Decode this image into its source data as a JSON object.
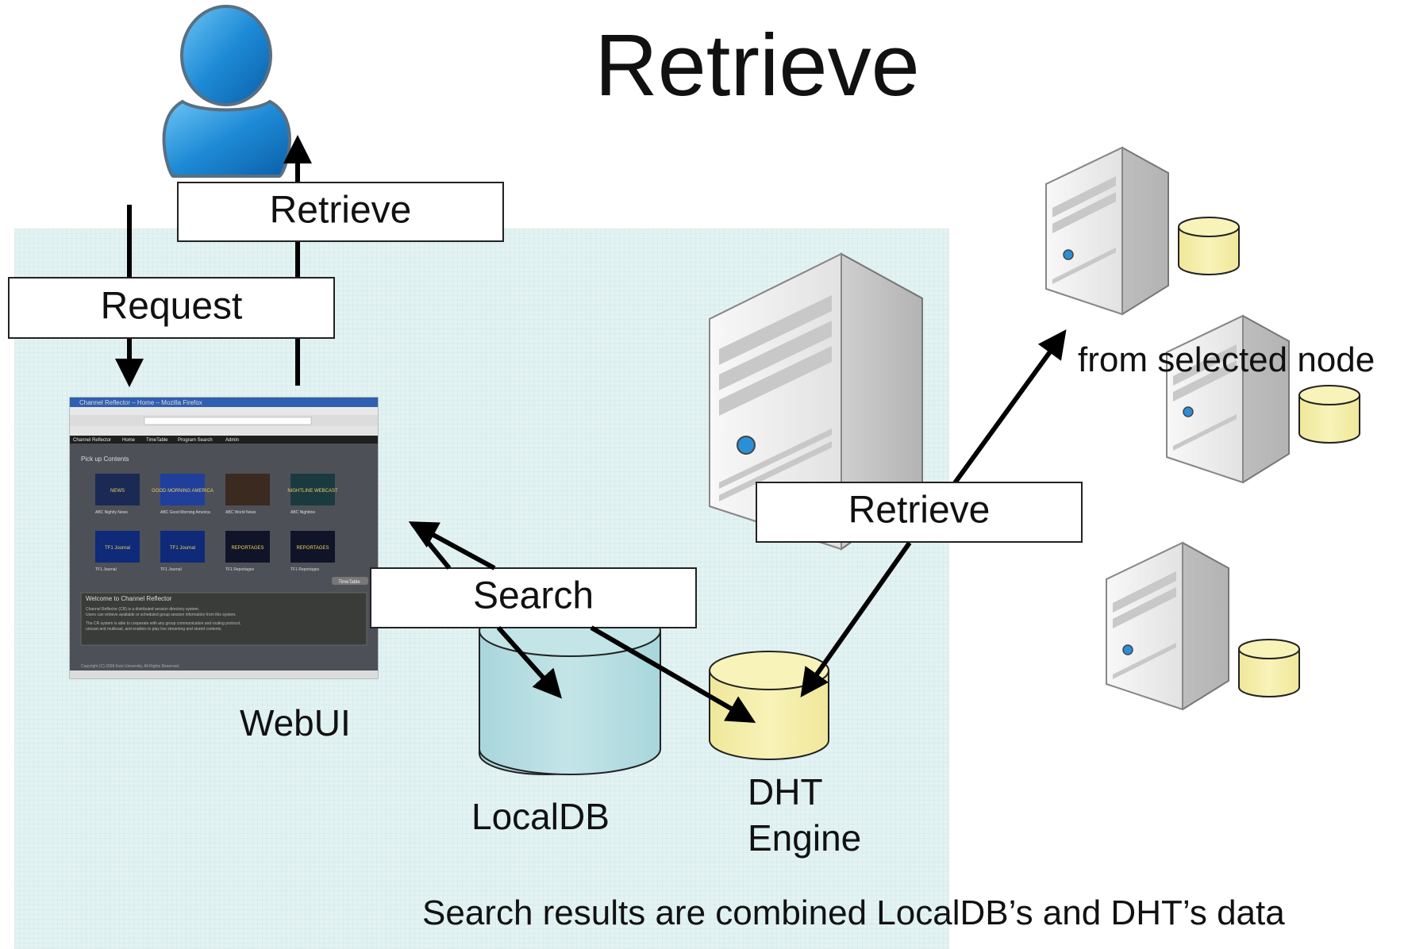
{
  "title": "Retrieve",
  "labels": {
    "retrieve_top": "Retrieve",
    "request": "Request",
    "search": "Search",
    "retrieve_dht": "Retrieve",
    "webui": "WebUI",
    "localdb": "LocalDB",
    "dht_line1": "DHT",
    "dht_line2": "Engine",
    "from_selected_node": "from selected node",
    "caption": "Search results are combined LocalDB’s and DHT’s data"
  },
  "webui_screenshot": {
    "window_title": "Channel Reflector – Home – Mozilla Firefox",
    "nav_items": [
      "Channel Reflector",
      "Home",
      "TimeTable",
      "Program Search",
      "Admin"
    ],
    "section_heading": "Pick up Contents",
    "tiles": [
      {
        "caption": "ABC Nightly News",
        "art": "NEWS"
      },
      {
        "caption": "ABC Good Morning America",
        "art": "GOOD MORNING AMERICA"
      },
      {
        "caption": "ABC World News",
        "art": ""
      },
      {
        "caption": "ABC Nightline",
        "art": "NIGHTLINE WEBCAST"
      },
      {
        "caption": "TF1 Journal",
        "art": "TF1 Journal"
      },
      {
        "caption": "TF1 Journal",
        "art": "TF1 Journal"
      },
      {
        "caption": "TF1 Reportages",
        "art": "REPORTAGES"
      },
      {
        "caption": "TF1 Reportages",
        "art": "REPORTAGES"
      }
    ],
    "timetable_link": "TimeTable",
    "welcome_heading": "Welcome to Channel Reflector",
    "welcome_lines": [
      "Channel Reflector (CR) is a distributed session directory system.",
      "Users can retrieve available or scheduled group session information from this system.",
      "The CR system is able to cooperate with any group communication and routing protocol,",
      "unicast and multicast, and enables to play live streaming and stored contents."
    ],
    "footer": "Copyright (C) 2008 Keio University, All Rights Reserved."
  },
  "colors": {
    "panel": "#dff0f0",
    "localdb": "#b9dfe3",
    "dht": "#f5f0a8",
    "user": "#2a8fd6",
    "server": "#e6e6e6"
  }
}
